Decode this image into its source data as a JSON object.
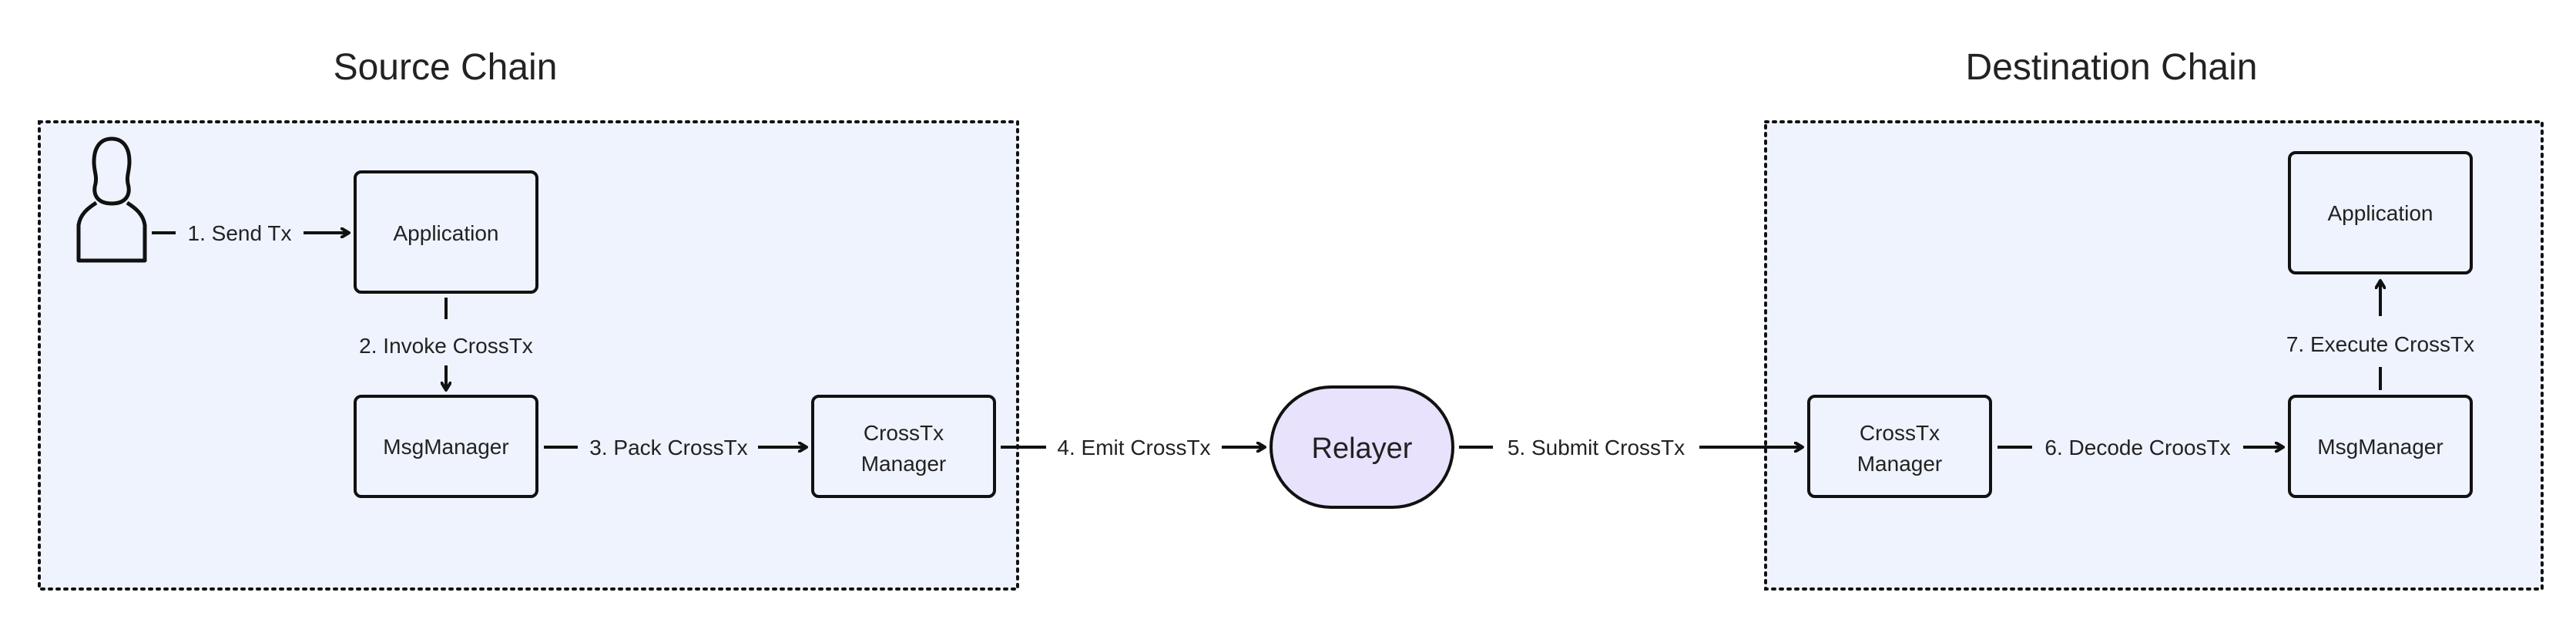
{
  "colors": {
    "chain_fill": "#eef3fd",
    "box_fill": "#eef3fd",
    "relayer_fill": "#e8e2fd",
    "stroke": "#111111",
    "text": "#222222"
  },
  "source_chain": {
    "title": "Source Chain",
    "user_icon": "user-icon",
    "nodes": {
      "application": "Application",
      "msg_manager": "MsgManager",
      "crosstx_manager": [
        "CrossTx",
        "Manager"
      ]
    }
  },
  "relayer": {
    "label": "Relayer"
  },
  "destination_chain": {
    "title": "Destination Chain",
    "nodes": {
      "crosstx_manager": [
        "CrossTx",
        "Manager"
      ],
      "msg_manager": "MsgManager",
      "application": "Application"
    }
  },
  "edges": {
    "send_tx": "1. Send Tx",
    "invoke_crosstx": "2. Invoke CrossTx",
    "pack_crosstx": "3. Pack CrossTx",
    "emit_crosstx": "4. Emit CrossTx",
    "submit_crosstx": "5. Submit CrossTx",
    "decode_crosstx": "6. Decode CroosTx",
    "execute_crosstx": "7. Execute CrossTx"
  }
}
